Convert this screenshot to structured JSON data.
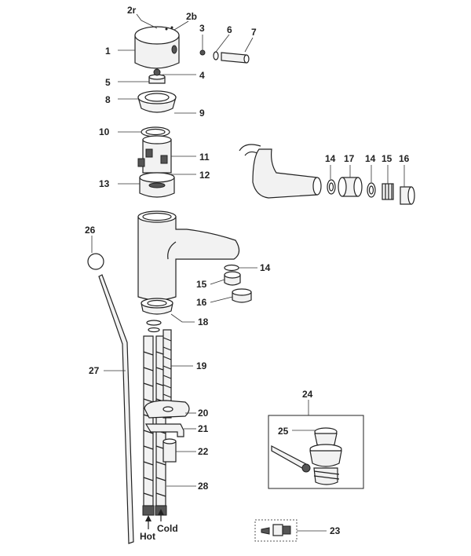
{
  "labels": {
    "p2r": "2r",
    "p2b": "2b",
    "p1": "1",
    "p3": "3",
    "p6": "6",
    "p7": "7",
    "p4": "4",
    "p5": "5",
    "p8": "8",
    "p9": "9",
    "p10": "10",
    "p11": "11",
    "p12": "12",
    "p13": "13",
    "p14a": "14",
    "p17": "17",
    "p14b": "14",
    "p15a": "15",
    "p16a": "16",
    "p26": "26",
    "p14c": "14",
    "p15b": "15",
    "p16b": "16",
    "p18": "18",
    "p19": "19",
    "p27": "27",
    "p20": "20",
    "p21": "21",
    "p22": "22",
    "p28": "28",
    "p24": "24",
    "p25": "25",
    "p23": "23",
    "hot": "Hot",
    "cold": "Cold"
  }
}
